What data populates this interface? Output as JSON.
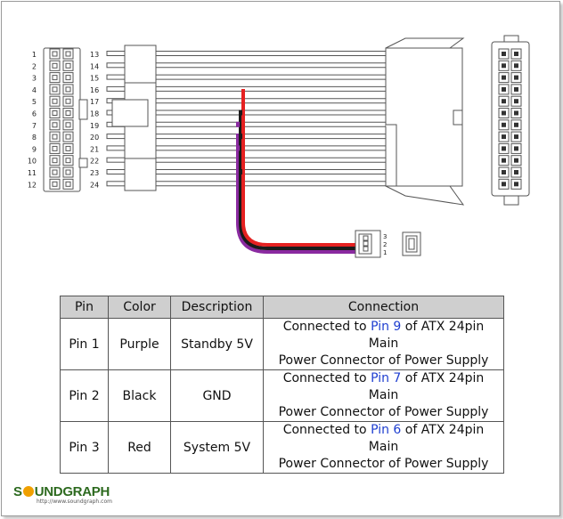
{
  "diagram": {
    "left_pin_numbers": [
      "1",
      "2",
      "3",
      "4",
      "5",
      "6",
      "7",
      "8",
      "9",
      "10",
      "11",
      "12"
    ],
    "right_pin_numbers": [
      "13",
      "14",
      "15",
      "16",
      "17",
      "18",
      "19",
      "20",
      "21",
      "22",
      "23",
      "24"
    ],
    "fan_pin_numbers": [
      "3",
      "2",
      "1"
    ],
    "wire_colors": {
      "red": "#e52121",
      "black": "#1a1a1a",
      "purple": "#8a2aa0",
      "outline": "#555555"
    }
  },
  "table": {
    "headers": [
      "Pin",
      "Color",
      "Description",
      "Connection"
    ],
    "rows": [
      {
        "pin": "Pin 1",
        "color": "Purple",
        "description": "Standby 5V",
        "conn_before": "Connected to ",
        "conn_pin": "Pin 9",
        "conn_after": " of ATX 24pin Main",
        "conn_line2": "Power Connector of Power Supply"
      },
      {
        "pin": "Pin 2",
        "color": "Black",
        "description": "GND",
        "conn_before": "Connected to ",
        "conn_pin": "Pin 7",
        "conn_after": " of ATX 24pin Main",
        "conn_line2": "Power Connector of Power Supply"
      },
      {
        "pin": "Pin 3",
        "color": "Red",
        "description": "System 5V",
        "conn_before": "Connected to ",
        "conn_pin": "Pin 6",
        "conn_after": " of ATX 24pin Main",
        "conn_line2": "Power Connector of Power Supply"
      }
    ]
  },
  "logo": {
    "brand_pre": "S",
    "brand_post": "UNDGRAPH",
    "url": "http://www.soundgraph.com"
  }
}
